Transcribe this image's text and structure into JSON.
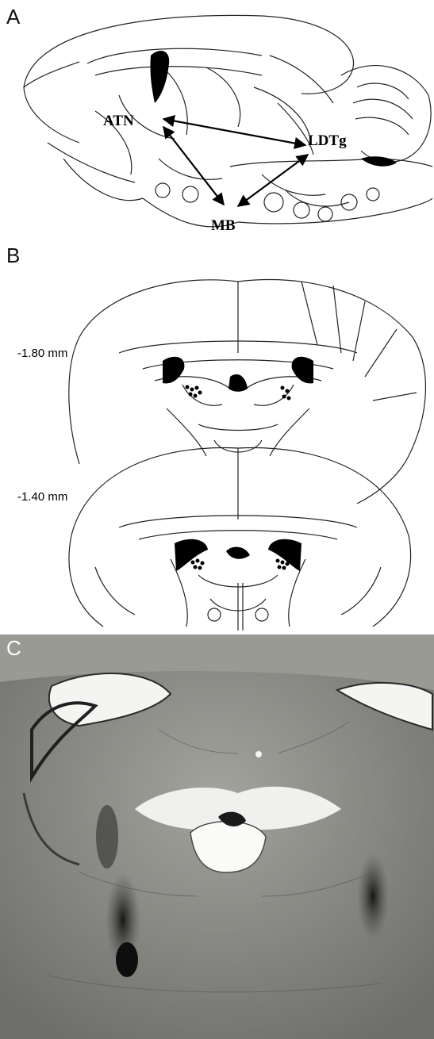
{
  "figure": {
    "panels": [
      {
        "letter": "A",
        "labels": [
          "ATN",
          "LDTg",
          "MB"
        ]
      },
      {
        "letter": "B",
        "labels": [
          "-1.80 mm",
          "-1.40 mm"
        ]
      },
      {
        "letter": "C"
      }
    ]
  }
}
